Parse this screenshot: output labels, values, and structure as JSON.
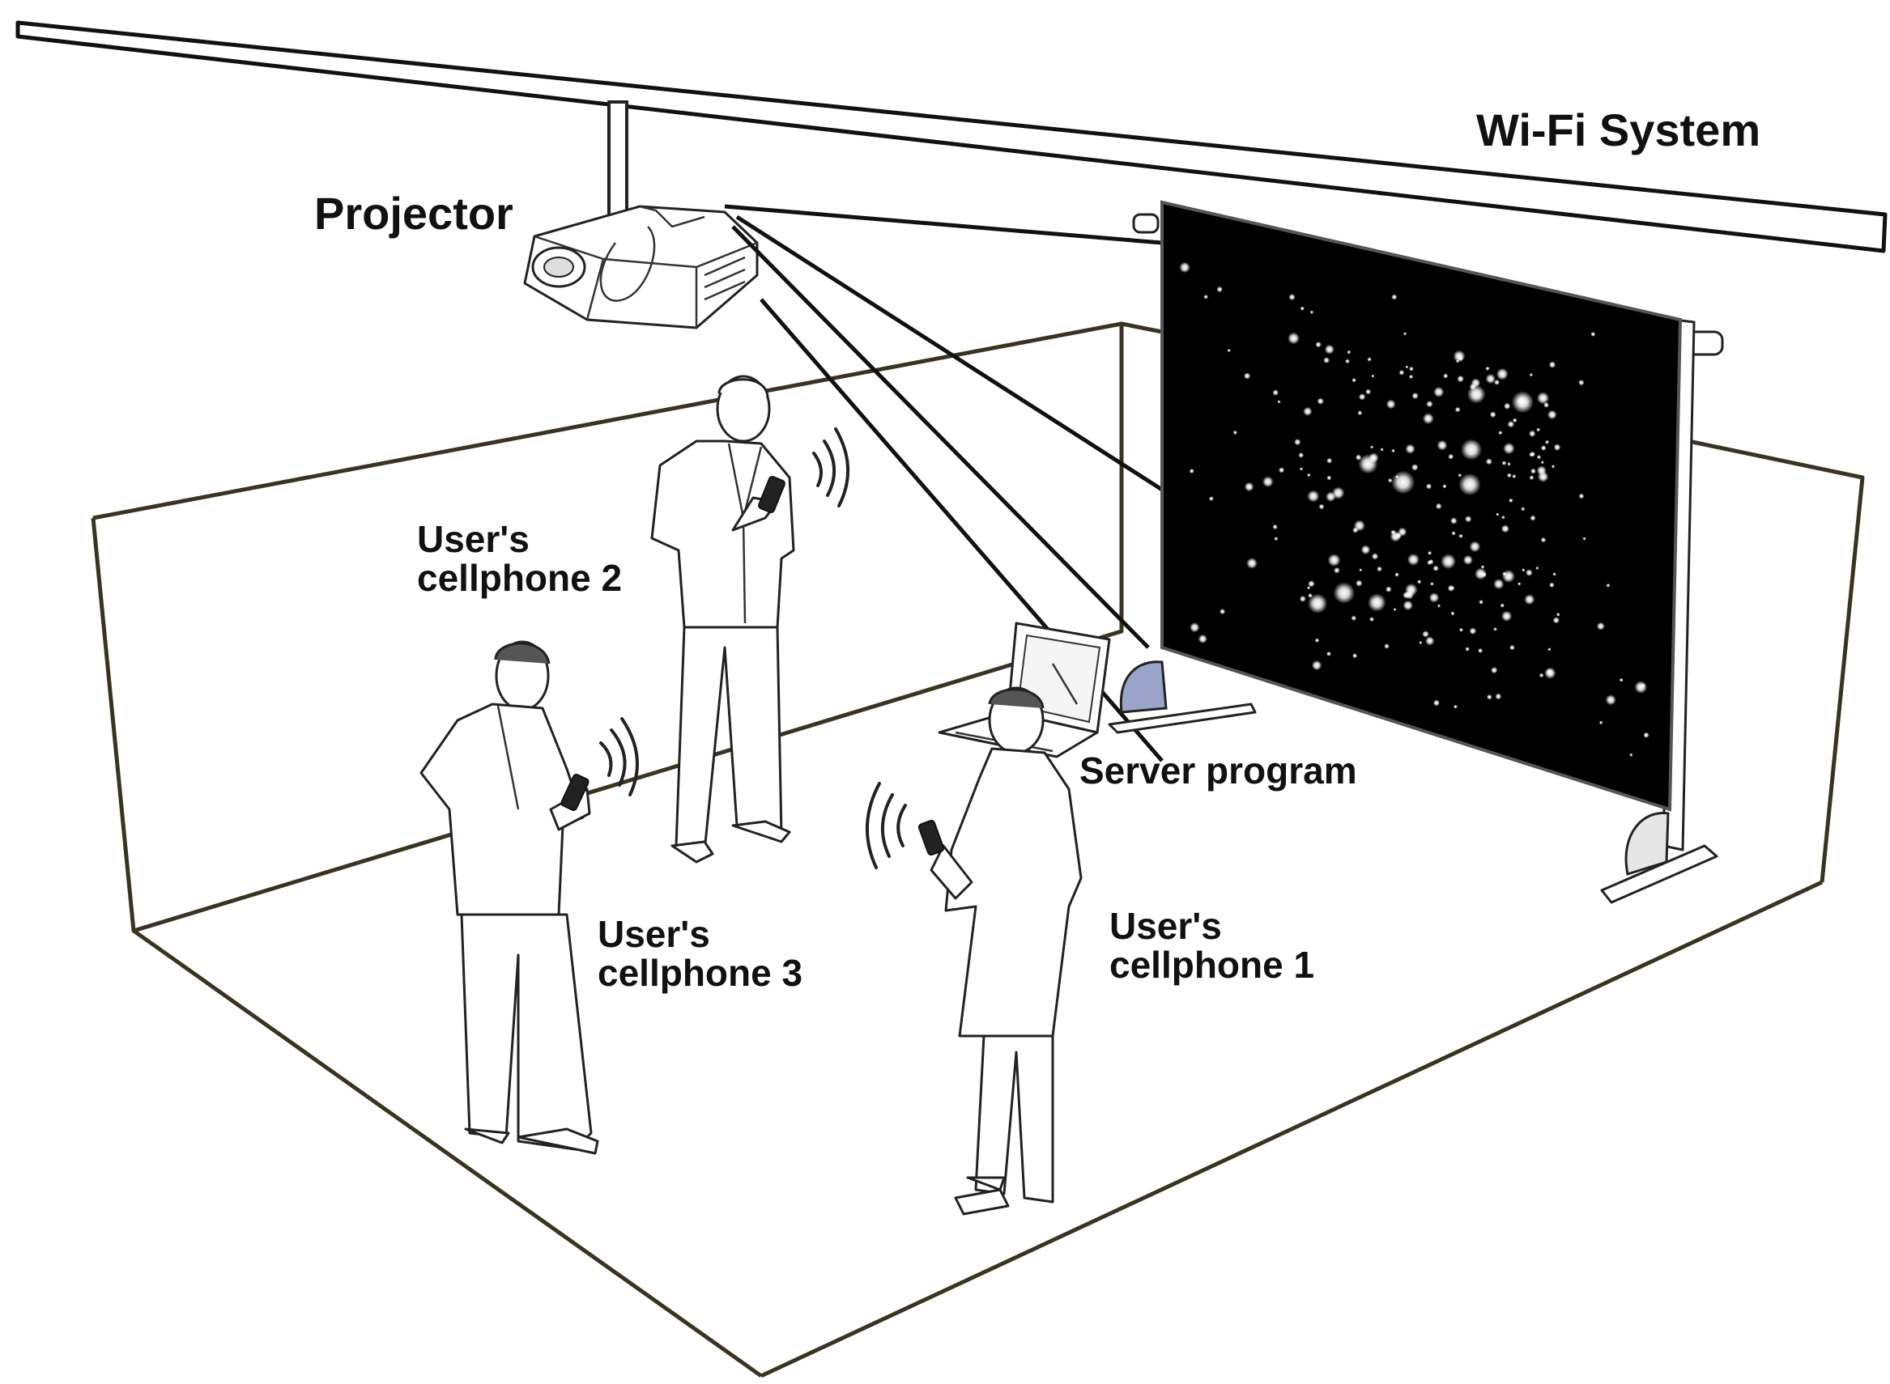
{
  "labels": {
    "wifi": "Wi-Fi System",
    "projector": "Projector",
    "user2_line1": "User's",
    "user2_line2": "cellphone 2",
    "user3_line1": "User's",
    "user3_line2": "cellphone 3",
    "user1_line1": "User's",
    "user1_line2": "cellphone 1",
    "server": "Server program"
  },
  "colors": {
    "room_outline": "#3a3320",
    "screen": "#000000",
    "stars": "#ffffff",
    "stand_accent": "#9aa3c8"
  }
}
